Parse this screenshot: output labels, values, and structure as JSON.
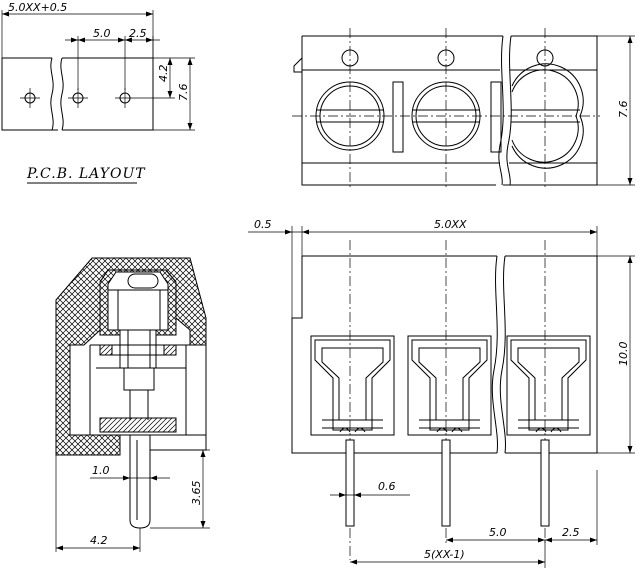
{
  "pcb_layout": {
    "title": "P.C.B. LAYOUT",
    "dim_total_width": "5.0XX+0.5",
    "dim_pitch": "5.0",
    "dim_edge": "2.5",
    "dim_hole_offset": "4.2",
    "dim_height": "7.6"
  },
  "top_view": {
    "dim_height": "7.6"
  },
  "side_section": {
    "dim_pin_width": "1.0",
    "dim_pin_length": "3.65",
    "dim_pin_offset": "4.2"
  },
  "front_view": {
    "dim_offset": "0.5",
    "dim_total_width": "5.0XX",
    "dim_height": "10.0",
    "dim_pin_thickness": "0.6",
    "dim_pitch": "5.0",
    "dim_edge": "2.5",
    "dim_pin_span": "5(XX-1)"
  }
}
